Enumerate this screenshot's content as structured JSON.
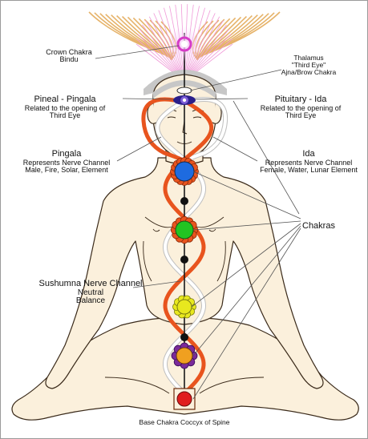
{
  "labels": {
    "crown": [
      "Crown Chakra",
      "Bindu"
    ],
    "thalamus": [
      "Thalamus",
      "\"Third Eye\"",
      "Ajna/Brow Chakra"
    ],
    "pineal": [
      "Pineal - Pingala",
      "Related to the opening of",
      "Third Eye"
    ],
    "pituitary": [
      "Pituitary - Ida",
      "Related to the opening of",
      "Third Eye"
    ],
    "pingala": [
      "Pingala",
      "Represents Nerve Channel",
      "Male, Fire, Solar, Element"
    ],
    "ida": [
      "Ida",
      "Represents Nerve Channel",
      "Female, Water, Lunar Element"
    ],
    "chakras": "Chakras",
    "sushumna": [
      "Sushumna Nerve Channel",
      "Neutral",
      "Balance"
    ],
    "base": "Base Chakra Coccyx of Spine"
  },
  "colors": {
    "skin": "#fbf0dc",
    "outline": "#3a2a1a",
    "pingala_channel": "#e8541e",
    "ida_channel": "#ffffff",
    "crown": "#e8c6ee",
    "wings": "#e8b56c",
    "head_aura": "#c8c8c8",
    "throat_chakra": "#1e6be0",
    "heart_chakra": "#22c422",
    "solar_plexus_chakra": "#e8e81e",
    "sacral_chakra": "#f0a020",
    "sacral_ring": "#7a2a9a",
    "root_chakra": "#e01e1e"
  }
}
